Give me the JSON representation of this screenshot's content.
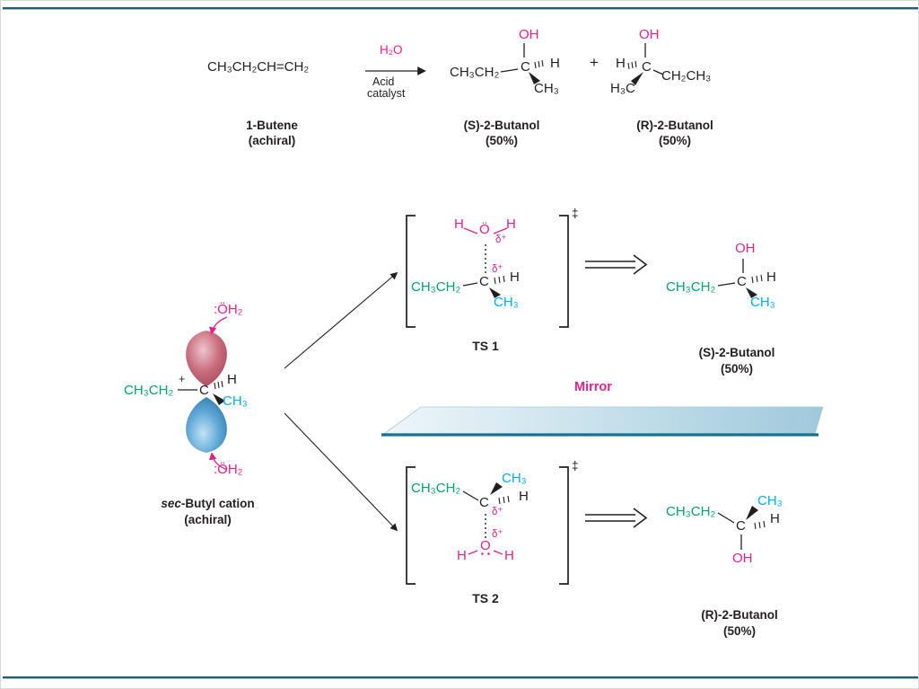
{
  "colors": {
    "ink": "#231f20",
    "magenta": "#e0218a",
    "green": "#00a466",
    "cyan": "#00aeef",
    "rule": "#1c6075",
    "mirror_edge": "#17718e"
  },
  "top": {
    "butene": {
      "formula": "CH₃CH₂CH=CH₂",
      "label": "1-Butene",
      "sublabel": "(achiral)"
    },
    "arrow": {
      "above": "H₂O",
      "below_line1": "Acid",
      "below_line2": "catalyst"
    },
    "plus": "+",
    "s_butanol": {
      "oh": "OH",
      "c": "C",
      "ethyl": "CH₃CH₂",
      "h": "H",
      "methyl": "CH₃",
      "label": "(S)-2-Butanol",
      "pct": "(50%)"
    },
    "r_butanol": {
      "oh": "OH",
      "c": "C",
      "h": "H",
      "ethyl": "CH₂CH₃",
      "methyl": "H₃C",
      "label": "(R)-2-Butanol",
      "pct": "(50%)"
    }
  },
  "cation": {
    "water_top": ":ÖH₂",
    "water_bottom": ":ÖH₂",
    "ethyl": "CH₃CH₂",
    "plus": "+",
    "c": "C",
    "h": "H",
    "methyl": "CH₃",
    "label_prefix": "sec",
    "label_rest": "-Butyl cation",
    "sublabel": "(achiral)"
  },
  "ts1": {
    "dagger": "‡",
    "h_left": "H",
    "o": "Ö",
    "h_right": "H",
    "delta_o": "δ⁺",
    "delta_c": "δ⁺",
    "ethyl": "CH₃CH₂",
    "c": "C",
    "h": "H",
    "methyl": "CH₃",
    "label": "TS 1"
  },
  "ts2": {
    "dagger": "‡",
    "ethyl": "CH₃CH₂",
    "methyl": "CH₃",
    "h": "H",
    "c": "C",
    "delta_c": "δ⁺",
    "delta_o": "δ⁺",
    "o": "O",
    "h_left": "H",
    "h_right": "H",
    "label": "TS 2"
  },
  "mirror": {
    "label": "Mirror"
  },
  "product_s": {
    "oh": "OH",
    "ethyl": "CH₃CH₂",
    "c": "C",
    "h": "H",
    "methyl": "CH₃",
    "label": "(S)-2-Butanol",
    "pct": "(50%)"
  },
  "product_r": {
    "ethyl": "CH₃CH₂",
    "methyl": "CH₃",
    "h": "H",
    "c": "C",
    "oh": "OH",
    "label": "(R)-2-Butanol",
    "pct": "(50%)"
  }
}
